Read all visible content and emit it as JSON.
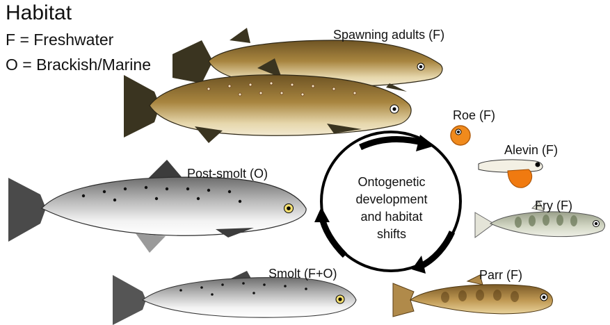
{
  "legend": {
    "title": "Habitat",
    "freshwater": "F = Freshwater",
    "marine": "O = Brackish/Marine"
  },
  "cycle": {
    "center_text": "Ontogenetic development and habitat shifts"
  },
  "stages": [
    {
      "name": "spawning-adults",
      "label": "Spawning adults (F)"
    },
    {
      "name": "roe",
      "label": "Roe (F)"
    },
    {
      "name": "alevin",
      "label": "Alevin (F)"
    },
    {
      "name": "fry",
      "label": "Fry (F)"
    },
    {
      "name": "parr",
      "label": "Parr (F)"
    },
    {
      "name": "smolt",
      "label": "Smolt (F+O)"
    },
    {
      "name": "post-smolt",
      "label": "Post-smolt (O)"
    }
  ],
  "colors": {
    "adult_body": "#9a7a3a",
    "adult_belly": "#e9dcb8",
    "adult_fin": "#3a3420",
    "silver_back": "#7c7c7c",
    "silver_belly": "#f1f1f1",
    "fry_body": "#c8ccb8",
    "parr_body": "#b08a4a",
    "roe": "#f08a1c",
    "yolk_sac": "#f07a10",
    "arrow": "#000000"
  }
}
